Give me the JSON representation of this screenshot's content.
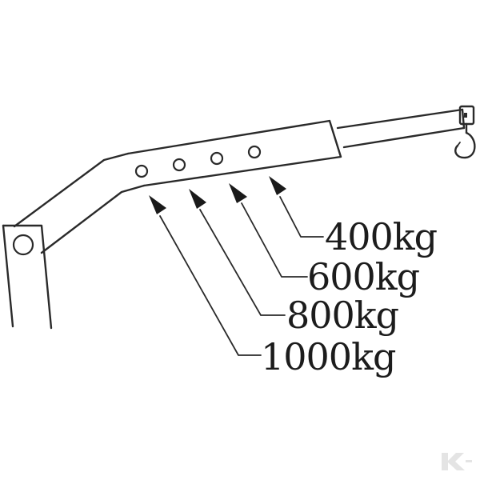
{
  "diagram": {
    "labels": [
      "400kg",
      "600kg",
      "800kg",
      "1000kg"
    ]
  },
  "icons": {
    "hook": "hook-icon",
    "watermark": "brand-logo-watermark"
  },
  "colors": {
    "ink": "#2a2a2a",
    "background": "#ffffff",
    "watermark": "#e4e4e4"
  }
}
